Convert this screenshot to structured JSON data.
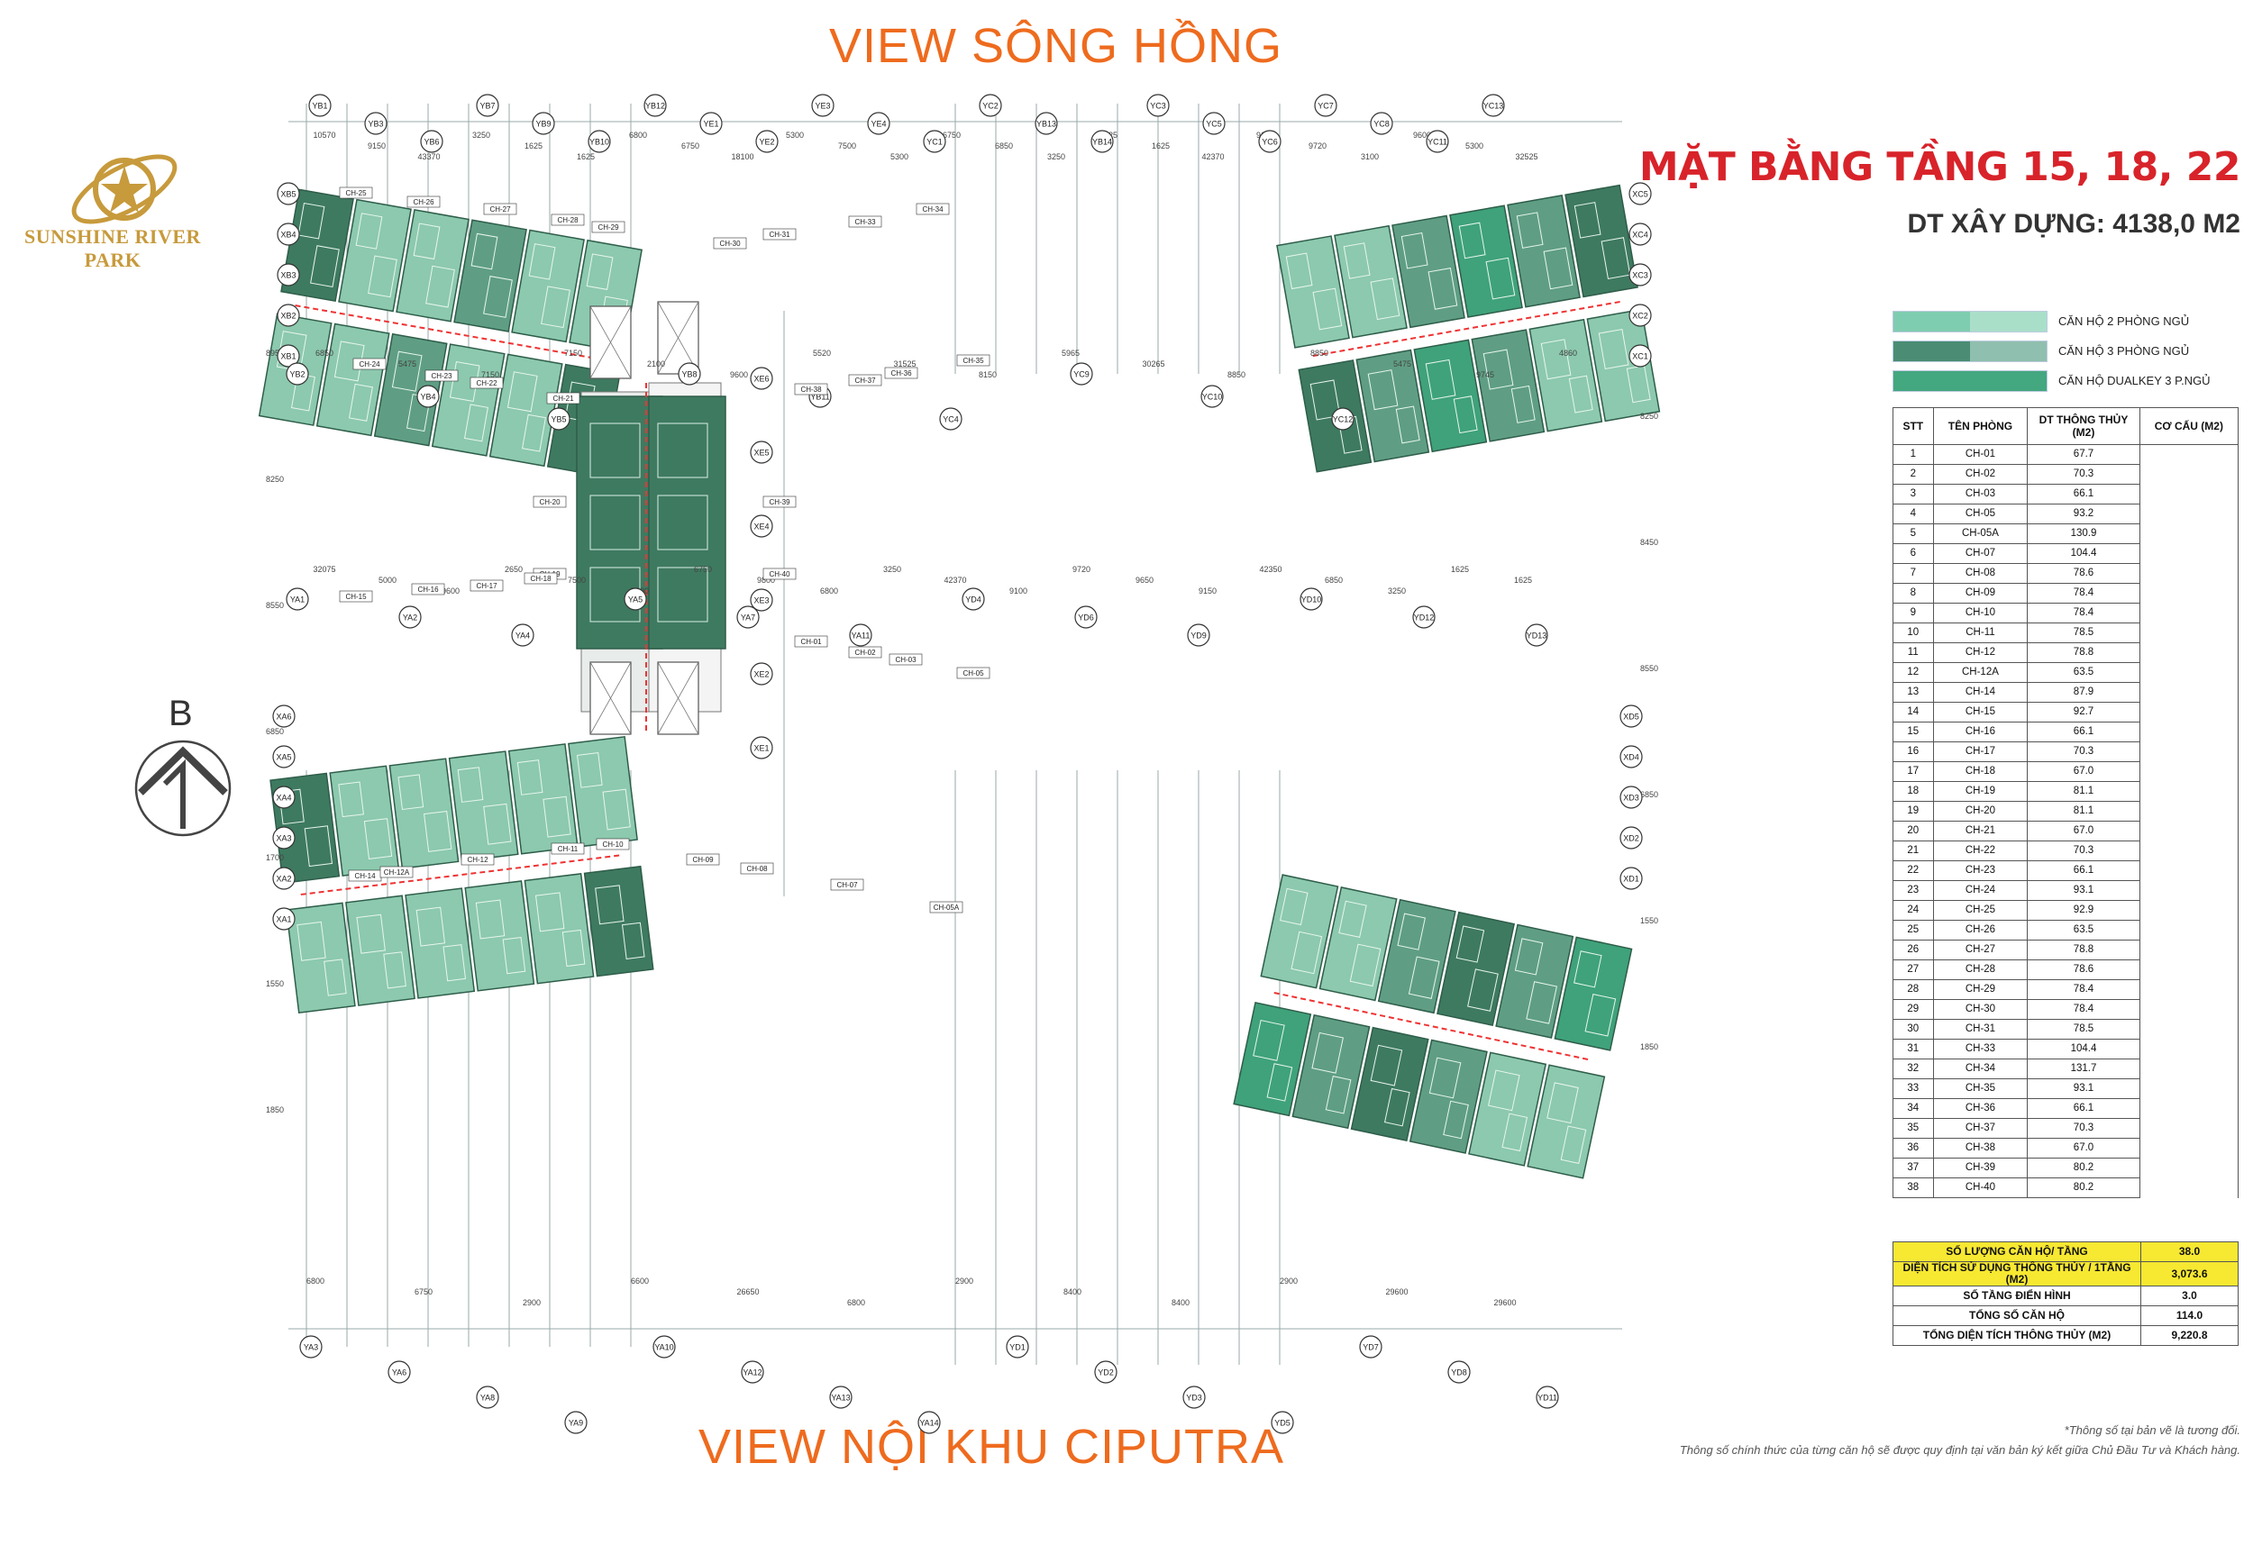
{
  "views": {
    "top": "VIEW SÔNG HỒNG",
    "bottom": "VIEW NỘI KHU CIPUTRA"
  },
  "brand": {
    "name": "SUNSHINE RIVER PARK"
  },
  "plan": {
    "title": "MẶT BẰNG TẦNG 15, 18, 22",
    "area": "DT XÂY DỰNG: 4138,0 M2"
  },
  "compass": {
    "letter": "B"
  },
  "legend": [
    {
      "label": "CĂN HỘ 2 PHÒNG NGỦ",
      "colors": [
        "#7fcdb0",
        "#a9dfc9"
      ]
    },
    {
      "label": "CĂN HỘ 3 PHÒNG NGỦ",
      "colors": [
        "#4a8d74",
        "#8fbfae"
      ]
    },
    {
      "label": "CĂN HỘ DUALKEY 3 P.NGỦ",
      "colors": [
        "#43a77f",
        "#43a77f"
      ]
    }
  ],
  "colors": {
    "dark": "#3e7a60",
    "mid": "#5f9e84",
    "light": "#8cc9ae",
    "dual": "#3fa27a",
    "accent": "#ee6b1e",
    "title_red": "#d8232a"
  },
  "table": {
    "headers": [
      "STT",
      "TÊN PHÒNG",
      "DT THÔNG THỦY (M2)",
      "CƠ CẤU (M2)"
    ],
    "rows": [
      [
        "1",
        "CH-01",
        "67.7"
      ],
      [
        "2",
        "CH-02",
        "70.3"
      ],
      [
        "3",
        "CH-03",
        "66.1"
      ],
      [
        "4",
        "CH-05",
        "93.2"
      ],
      [
        "5",
        "CH-05A",
        "130.9"
      ],
      [
        "6",
        "CH-07",
        "104.4"
      ],
      [
        "7",
        "CH-08",
        "78.6"
      ],
      [
        "8",
        "CH-09",
        "78.4"
      ],
      [
        "9",
        "CH-10",
        "78.4"
      ],
      [
        "10",
        "CH-11",
        "78.5"
      ],
      [
        "11",
        "CH-12",
        "78.8"
      ],
      [
        "12",
        "CH-12A",
        "63.5"
      ],
      [
        "13",
        "CH-14",
        "87.9"
      ],
      [
        "14",
        "CH-15",
        "92.7"
      ],
      [
        "15",
        "CH-16",
        "66.1"
      ],
      [
        "16",
        "CH-17",
        "70.3"
      ],
      [
        "17",
        "CH-18",
        "67.0"
      ],
      [
        "18",
        "CH-19",
        "81.1"
      ],
      [
        "19",
        "CH-20",
        "81.1"
      ],
      [
        "20",
        "CH-21",
        "67.0"
      ],
      [
        "21",
        "CH-22",
        "70.3"
      ],
      [
        "22",
        "CH-23",
        "66.1"
      ],
      [
        "23",
        "CH-24",
        "93.1"
      ],
      [
        "24",
        "CH-25",
        "92.9"
      ],
      [
        "25",
        "CH-26",
        "63.5"
      ],
      [
        "26",
        "CH-27",
        "78.8"
      ],
      [
        "27",
        "CH-28",
        "78.6"
      ],
      [
        "28",
        "CH-29",
        "78.4"
      ],
      [
        "29",
        "CH-30",
        "78.4"
      ],
      [
        "30",
        "CH-31",
        "78.5"
      ],
      [
        "31",
        "CH-33",
        "104.4"
      ],
      [
        "32",
        "CH-34",
        "131.7"
      ],
      [
        "33",
        "CH-35",
        "93.1"
      ],
      [
        "34",
        "CH-36",
        "66.1"
      ],
      [
        "35",
        "CH-37",
        "70.3"
      ],
      [
        "36",
        "CH-38",
        "67.0"
      ],
      [
        "37",
        "CH-39",
        "80.2"
      ],
      [
        "38",
        "CH-40",
        "80.2"
      ]
    ],
    "summary": [
      {
        "label": "SỐ LƯỢNG CĂN HỘ/ TẦNG",
        "value": "38.0",
        "yellow": true
      },
      {
        "label": "DIỆN TÍCH SỬ DỤNG THÔNG THỦY / 1TẦNG (M2)",
        "value": "3,073.6",
        "yellow": true
      },
      {
        "label": "SỐ TẦNG ĐIỂN HÌNH",
        "value": "3.0",
        "yellow": false
      },
      {
        "label": "TỔNG SỐ CĂN HỘ",
        "value": "114.0",
        "yellow": false
      },
      {
        "label": "TỔNG DIỆN TÍCH THÔNG THỦY (M2)",
        "value": "9,220.8",
        "yellow": false
      }
    ]
  },
  "notes": [
    "*Thông số tại bản vẽ là tương đối.",
    "Thông số chính thức của từng căn hộ sẽ được quy định tại văn bản ký kết giữa Chủ Đầu Tư và Khách hàng."
  ],
  "plan_labels": {
    "grid": [
      "YB1",
      "YB3",
      "YB6",
      "YB7",
      "YB9",
      "YB10",
      "YB12",
      "YE1",
      "YE2",
      "YE3",
      "YE4",
      "YC1",
      "YC2",
      "YB13",
      "YB14",
      "YC3",
      "YC5",
      "YC6",
      "YC7",
      "YC8",
      "YC11",
      "YC13",
      "XB5",
      "XB4",
      "XB3",
      "XB2",
      "XB1",
      "XC5",
      "XC4",
      "XC3",
      "XC2",
      "XC1",
      "YB2",
      "YB4",
      "YB5",
      "YB8",
      "YB11",
      "YC4",
      "YC9",
      "YC10",
      "YC12",
      "XE6",
      "XE5",
      "XE4",
      "XE3",
      "XE2",
      "XE1",
      "YA1",
      "YA2",
      "YA4",
      "YA5",
      "YA7",
      "YA11",
      "YD4",
      "YD6",
      "YD9",
      "YD10",
      "YD12",
      "YD13",
      "XA6",
      "XA5",
      "XA4",
      "XA3",
      "XA2",
      "XA1",
      "XD5",
      "XD4",
      "XD3",
      "XD2",
      "XD1",
      "YA3",
      "YA6",
      "YA8",
      "YA9",
      "YA10",
      "YA12",
      "YA13",
      "YA14",
      "YD1",
      "YD2",
      "YD3",
      "YD5",
      "YD7",
      "YD8",
      "YD11"
    ],
    "dims": [
      "10570",
      "9150",
      "43370",
      "3250",
      "1625",
      "1625",
      "6800",
      "6750",
      "18100",
      "5300",
      "7500",
      "5300",
      "6750",
      "6850",
      "3250",
      "1625",
      "1625",
      "42370",
      "9100",
      "9720",
      "3100",
      "9600",
      "5300",
      "32525",
      "6850",
      "5475",
      "7150",
      "7150",
      "2100",
      "9600",
      "5520",
      "31525",
      "8150",
      "5965",
      "30265",
      "8850",
      "8850",
      "5475",
      "9745",
      "4860",
      "32075",
      "5000",
      "9600",
      "2650",
      "7500",
      "7500",
      "6750",
      "9800",
      "6800",
      "3250",
      "42370",
      "9100",
      "9720",
      "9650",
      "9150",
      "42350",
      "6850",
      "3250",
      "1625",
      "1625",
      "6800",
      "6750",
      "2900",
      "6600",
      "26650",
      "6800",
      "2900",
      "8400",
      "8400",
      "2900",
      "29600",
      "29600",
      "8950",
      "8250",
      "8250",
      "8450",
      "8550",
      "8550",
      "6850",
      "6850",
      "1700",
      "1550",
      "1550",
      "1850",
      "1850"
    ],
    "rooms": [
      "CH-25",
      "CH-26",
      "CH-27",
      "CH-28",
      "CH-29",
      "CH-30",
      "CH-31",
      "CH-33",
      "CH-34",
      "CH-24",
      "CH-23",
      "CH-22",
      "CH-21",
      "CH-38",
      "CH-37",
      "CH-36",
      "CH-35",
      "CH-20",
      "CH-39",
      "CH-19",
      "CH-40",
      "CH-15",
      "CH-16",
      "CH-17",
      "CH-18",
      "CH-01",
      "CH-02",
      "CH-03",
      "CH-05",
      "CH-14",
      "CH-12A",
      "CH-12",
      "CH-11",
      "CH-10",
      "CH-09",
      "CH-08",
      "CH-07",
      "CH-05A"
    ]
  }
}
